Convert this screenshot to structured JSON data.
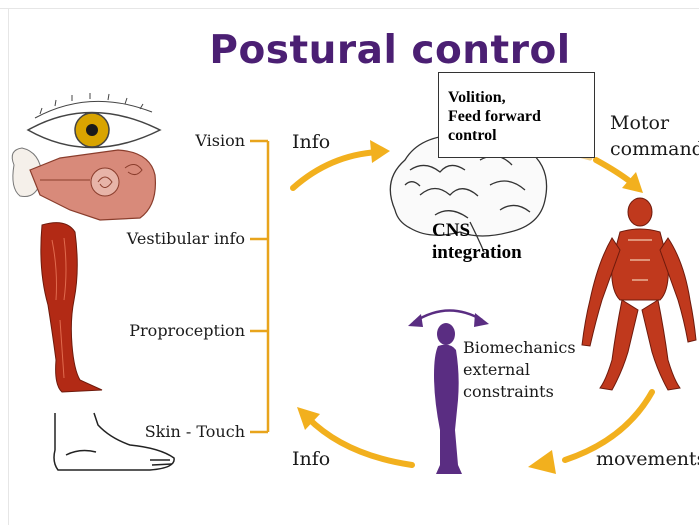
{
  "title": "Postural control",
  "senses": [
    {
      "label": "Vision"
    },
    {
      "label": "Vestibular info"
    },
    {
      "label": "Proproception"
    },
    {
      "label": "Skin - Touch"
    }
  ],
  "info_top": "Info",
  "info_bottom": "Info",
  "volition": "Volition,\nFeed forward\ncontrol",
  "cns": "CNS\nintegration",
  "motor": "Motor\ncommand",
  "biomechanics": "Biomechanics\nexternal\nconstraints",
  "movements": "movements",
  "colors": {
    "title": "#4b1f73",
    "arrows": "#f2b01e",
    "bracket": "#e8a41c",
    "figure": "#5a2d82",
    "muscle": "#c0301a"
  },
  "icons": [
    "eye-icon",
    "ear-icon",
    "leg-muscle-icon",
    "foot-icon",
    "brain-icon",
    "muscle-man-icon",
    "human-silhouette-icon"
  ]
}
